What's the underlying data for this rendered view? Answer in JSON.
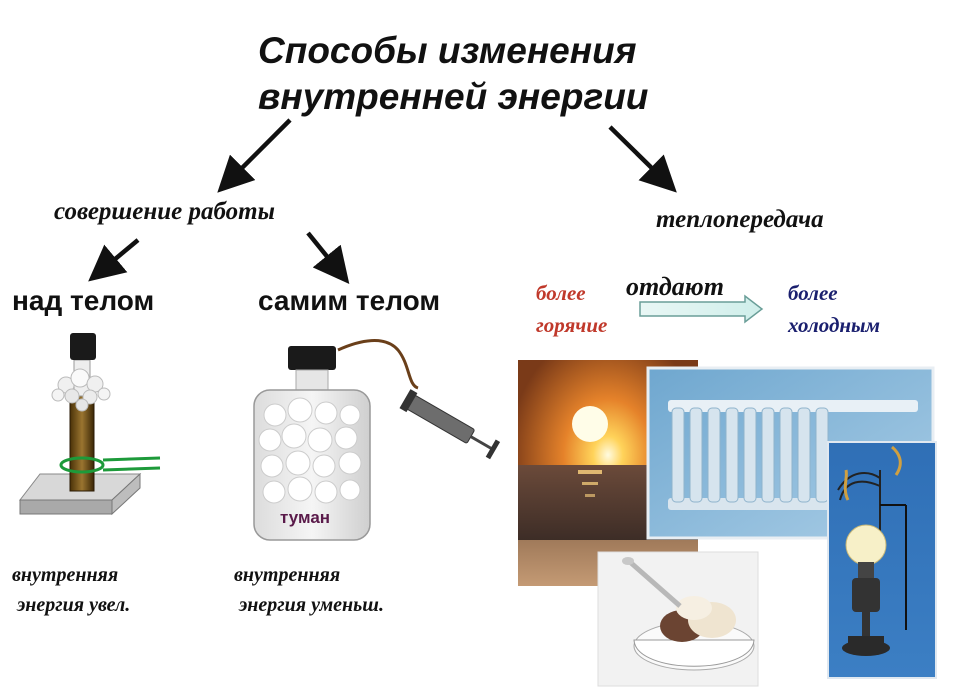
{
  "title": {
    "line1": "Способы изменения",
    "line2": "внутренней энергии"
  },
  "branches": {
    "work": "совершение работы",
    "heat": "теплопередача"
  },
  "work_types": {
    "on_body": "над телом",
    "by_body": "самим телом"
  },
  "notes": {
    "increase": "внутренняя\n энергия увел.",
    "decrease": "внутренняя\n энергия уменьш."
  },
  "heat_transfer": {
    "hotter_line1": "более",
    "hotter_line2": "горячие",
    "give": "отдают",
    "colder_line1": "более",
    "colder_line2": "холодным"
  },
  "flask_label": "туман",
  "colors": {
    "hot_text": "#c0392b",
    "cold_text": "#1a1f6e",
    "arrow_fill": "#dff3f0"
  }
}
